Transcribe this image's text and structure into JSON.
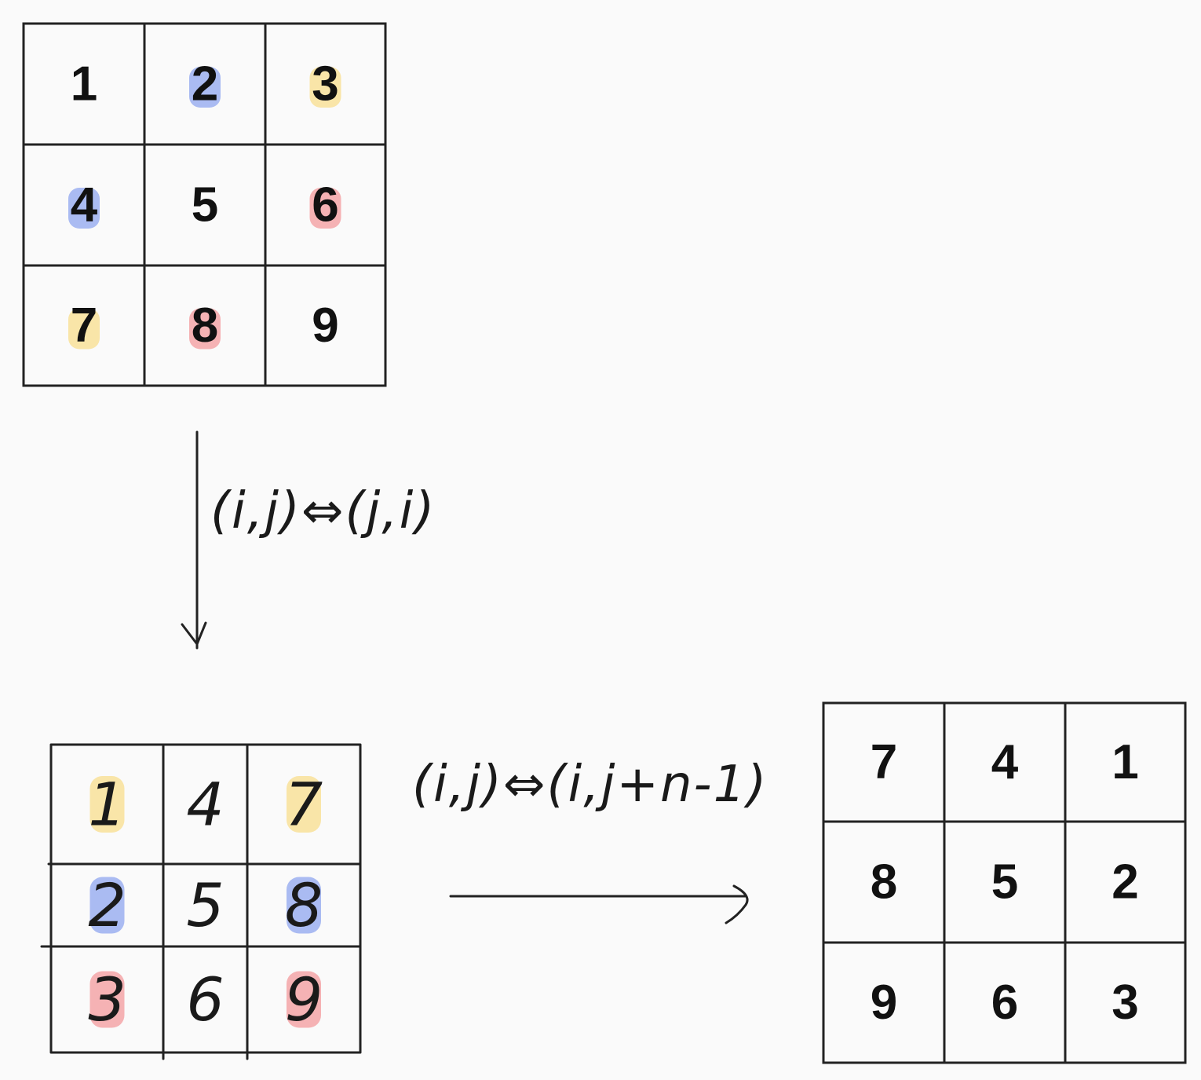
{
  "colors": {
    "yellow": "#f8dd8c",
    "blue": "#8fa6ef",
    "red": "#f39a9c"
  },
  "original_matrix": {
    "cells": [
      {
        "text": "1",
        "highlight": null
      },
      {
        "text": "2",
        "highlight": "blue"
      },
      {
        "text": "3",
        "highlight": "yellow"
      },
      {
        "text": "4",
        "highlight": "blue"
      },
      {
        "text": "5",
        "highlight": null
      },
      {
        "text": "6",
        "highlight": "red"
      },
      {
        "text": "7",
        "highlight": "yellow"
      },
      {
        "text": "8",
        "highlight": "red"
      },
      {
        "text": "9",
        "highlight": null
      }
    ]
  },
  "transpose_label": "(i,j)⇔(j,i)",
  "transposed_matrix": {
    "cells": [
      {
        "text": "1",
        "highlight": "yellow"
      },
      {
        "text": "4",
        "highlight": null
      },
      {
        "text": "7",
        "highlight": "yellow"
      },
      {
        "text": "2",
        "highlight": "blue"
      },
      {
        "text": "5",
        "highlight": null
      },
      {
        "text": "8",
        "highlight": "blue"
      },
      {
        "text": "3",
        "highlight": "red"
      },
      {
        "text": "6",
        "highlight": null
      },
      {
        "text": "9",
        "highlight": "red"
      }
    ]
  },
  "flip_label": "(i,j)⇔(i,j+n-1)",
  "rotated_matrix": {
    "cells": [
      {
        "text": "7",
        "highlight": null
      },
      {
        "text": "4",
        "highlight": null
      },
      {
        "text": "1",
        "highlight": null
      },
      {
        "text": "8",
        "highlight": null
      },
      {
        "text": "5",
        "highlight": null
      },
      {
        "text": "2",
        "highlight": null
      },
      {
        "text": "9",
        "highlight": null
      },
      {
        "text": "6",
        "highlight": null
      },
      {
        "text": "3",
        "highlight": null
      }
    ]
  }
}
